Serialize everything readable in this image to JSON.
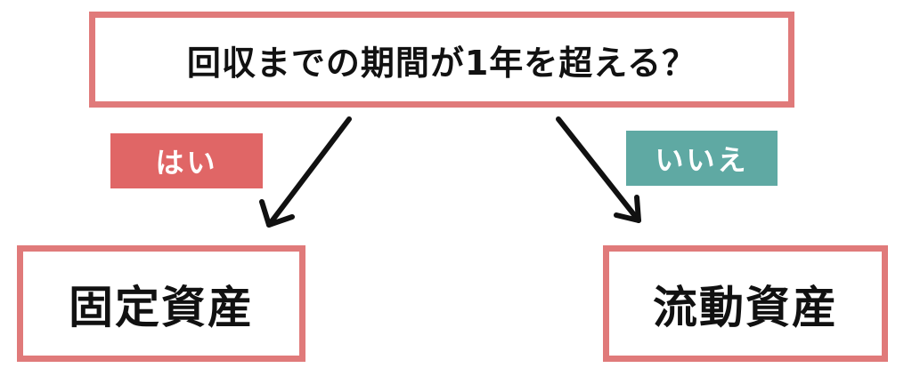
{
  "question": "回収までの期間が1年を超える？",
  "branches": {
    "yes": {
      "label": "はい",
      "color": "#e06666",
      "result": "固定資産"
    },
    "no": {
      "label": "いいえ",
      "color": "#5fa9a3",
      "result": "流動資産"
    }
  },
  "colors": {
    "box_border": "#e07a7a",
    "arrow": "#111111",
    "text": "#111111"
  }
}
